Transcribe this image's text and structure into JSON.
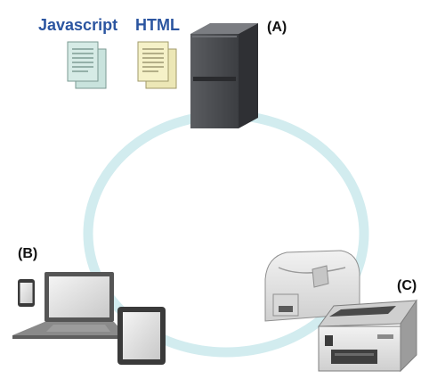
{
  "documents": [
    {
      "label": "Javascript",
      "color": "#2b55a0",
      "paper_color": "#d6ebe6"
    },
    {
      "label": "HTML",
      "color": "#2b55a0",
      "paper_color": "#f5f1c8"
    }
  ],
  "nodes": {
    "server": {
      "label": "(A)"
    },
    "client_devices": {
      "label": "(B)"
    },
    "printers": {
      "label": "(C)"
    }
  },
  "colors": {
    "ring": "#d2ecef",
    "server_body": "#4a4c50",
    "device_frame": "#5a5a5a",
    "printer_body": "#d8d8d8"
  }
}
